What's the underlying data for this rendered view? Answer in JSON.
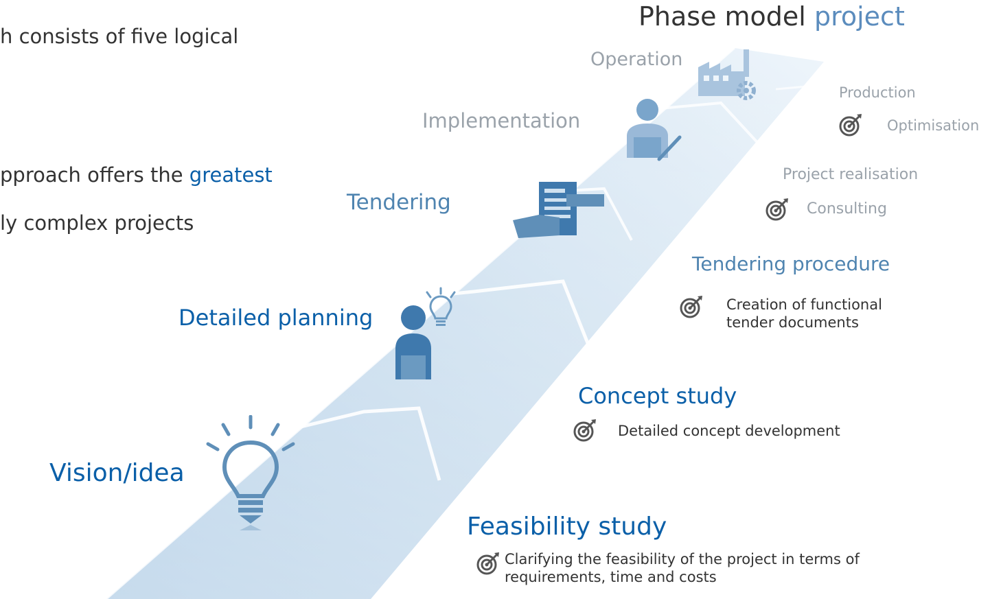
{
  "title": {
    "prefix": "Phase model ",
    "accent": "project"
  },
  "intro": {
    "line1": "h consists of five logical",
    "line2_a": "pproach offers the ",
    "line2_accent": "greatest",
    "line3": "ly complex projects"
  },
  "left_phases": {
    "vision": "Vision/idea",
    "detailed_planning": "Detailed planning",
    "tendering": "Tendering",
    "implementation": "Implementation",
    "operation": "Operation"
  },
  "right_phases": {
    "feasibility": {
      "title": "Feasibility study",
      "desc": "Clarifying the feasibility of the project in terms of requirements, time and costs"
    },
    "concept": {
      "title": "Concept study",
      "desc": "Detailed concept development"
    },
    "tendering_procedure": {
      "title": "Tendering procedure",
      "desc": "Creation of functional tender documents"
    },
    "project_realisation": {
      "title": "Project realisation",
      "desc": "Consulting"
    },
    "production": {
      "title": "Production",
      "desc": "Optimisation"
    }
  },
  "icons": [
    "lightbulb-icon",
    "worker-idea-icon",
    "tender-documents-icon",
    "worker-tools-icon",
    "factory-gear-icon",
    "target-icon"
  ],
  "colors": {
    "accent_blue": "#0a5fa8",
    "mid_blue": "#4f84b0",
    "muted_grey": "#9aa2aa",
    "ramp": "#b9d3e8"
  }
}
